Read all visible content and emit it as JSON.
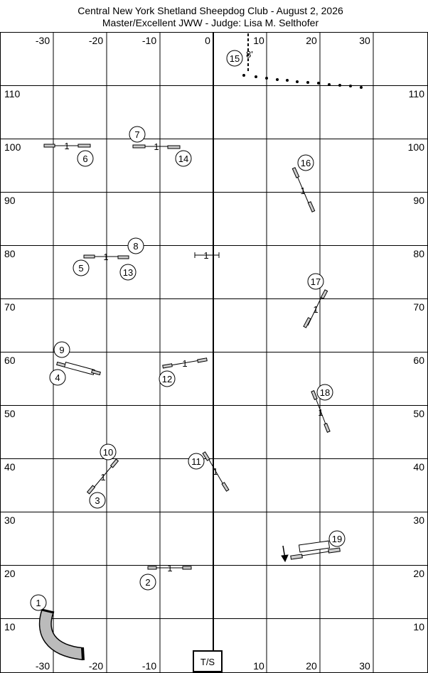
{
  "header": {
    "line1": "Central New York Shetland Sheepdog Club - August 2, 2026",
    "line2": "Master/Excellent JWW - Judge: Lisa M. Selthofer"
  },
  "top_axis_labels": [
    "-30",
    "-20",
    "-10",
    "0",
    "10",
    "20",
    "30"
  ],
  "bottom_axis_labels": [
    "-30",
    "-20",
    "-10",
    "10",
    "20",
    "30"
  ],
  "y_axis_labels": [
    "110",
    "100",
    "90",
    "80",
    "70",
    "60",
    "50",
    "40",
    "30",
    "20",
    "10"
  ],
  "start_finish_label": "T/S",
  "spacing_labels": {
    "one": "1",
    "eight": "8'"
  },
  "obstacles": [
    {
      "number": "1",
      "kind": "tunnel"
    },
    {
      "number": "2",
      "kind": "single jump"
    },
    {
      "number": "3",
      "kind": "single jump"
    },
    {
      "number": "4",
      "kind": "double jump"
    },
    {
      "number": "5",
      "kind": "single jump"
    },
    {
      "number": "6",
      "kind": "single jump"
    },
    {
      "number": "7",
      "kind": "single jump"
    },
    {
      "number": "8",
      "kind": "single jump"
    },
    {
      "number": "9",
      "kind": "double jump"
    },
    {
      "number": "10",
      "kind": "single jump"
    },
    {
      "number": "11",
      "kind": "single jump"
    },
    {
      "number": "12",
      "kind": "single jump"
    },
    {
      "number": "13",
      "kind": "single jump"
    },
    {
      "number": "14",
      "kind": "single jump"
    },
    {
      "number": "15",
      "kind": "finish line"
    },
    {
      "number": "16",
      "kind": "single jump"
    },
    {
      "number": "17",
      "kind": "single jump"
    },
    {
      "number": "18",
      "kind": "single jump"
    },
    {
      "number": "19",
      "kind": "double jump"
    }
  ],
  "colors": {
    "grid": "#000000",
    "tunnel_fill": "#bbbbbb",
    "background": "#ffffff"
  }
}
